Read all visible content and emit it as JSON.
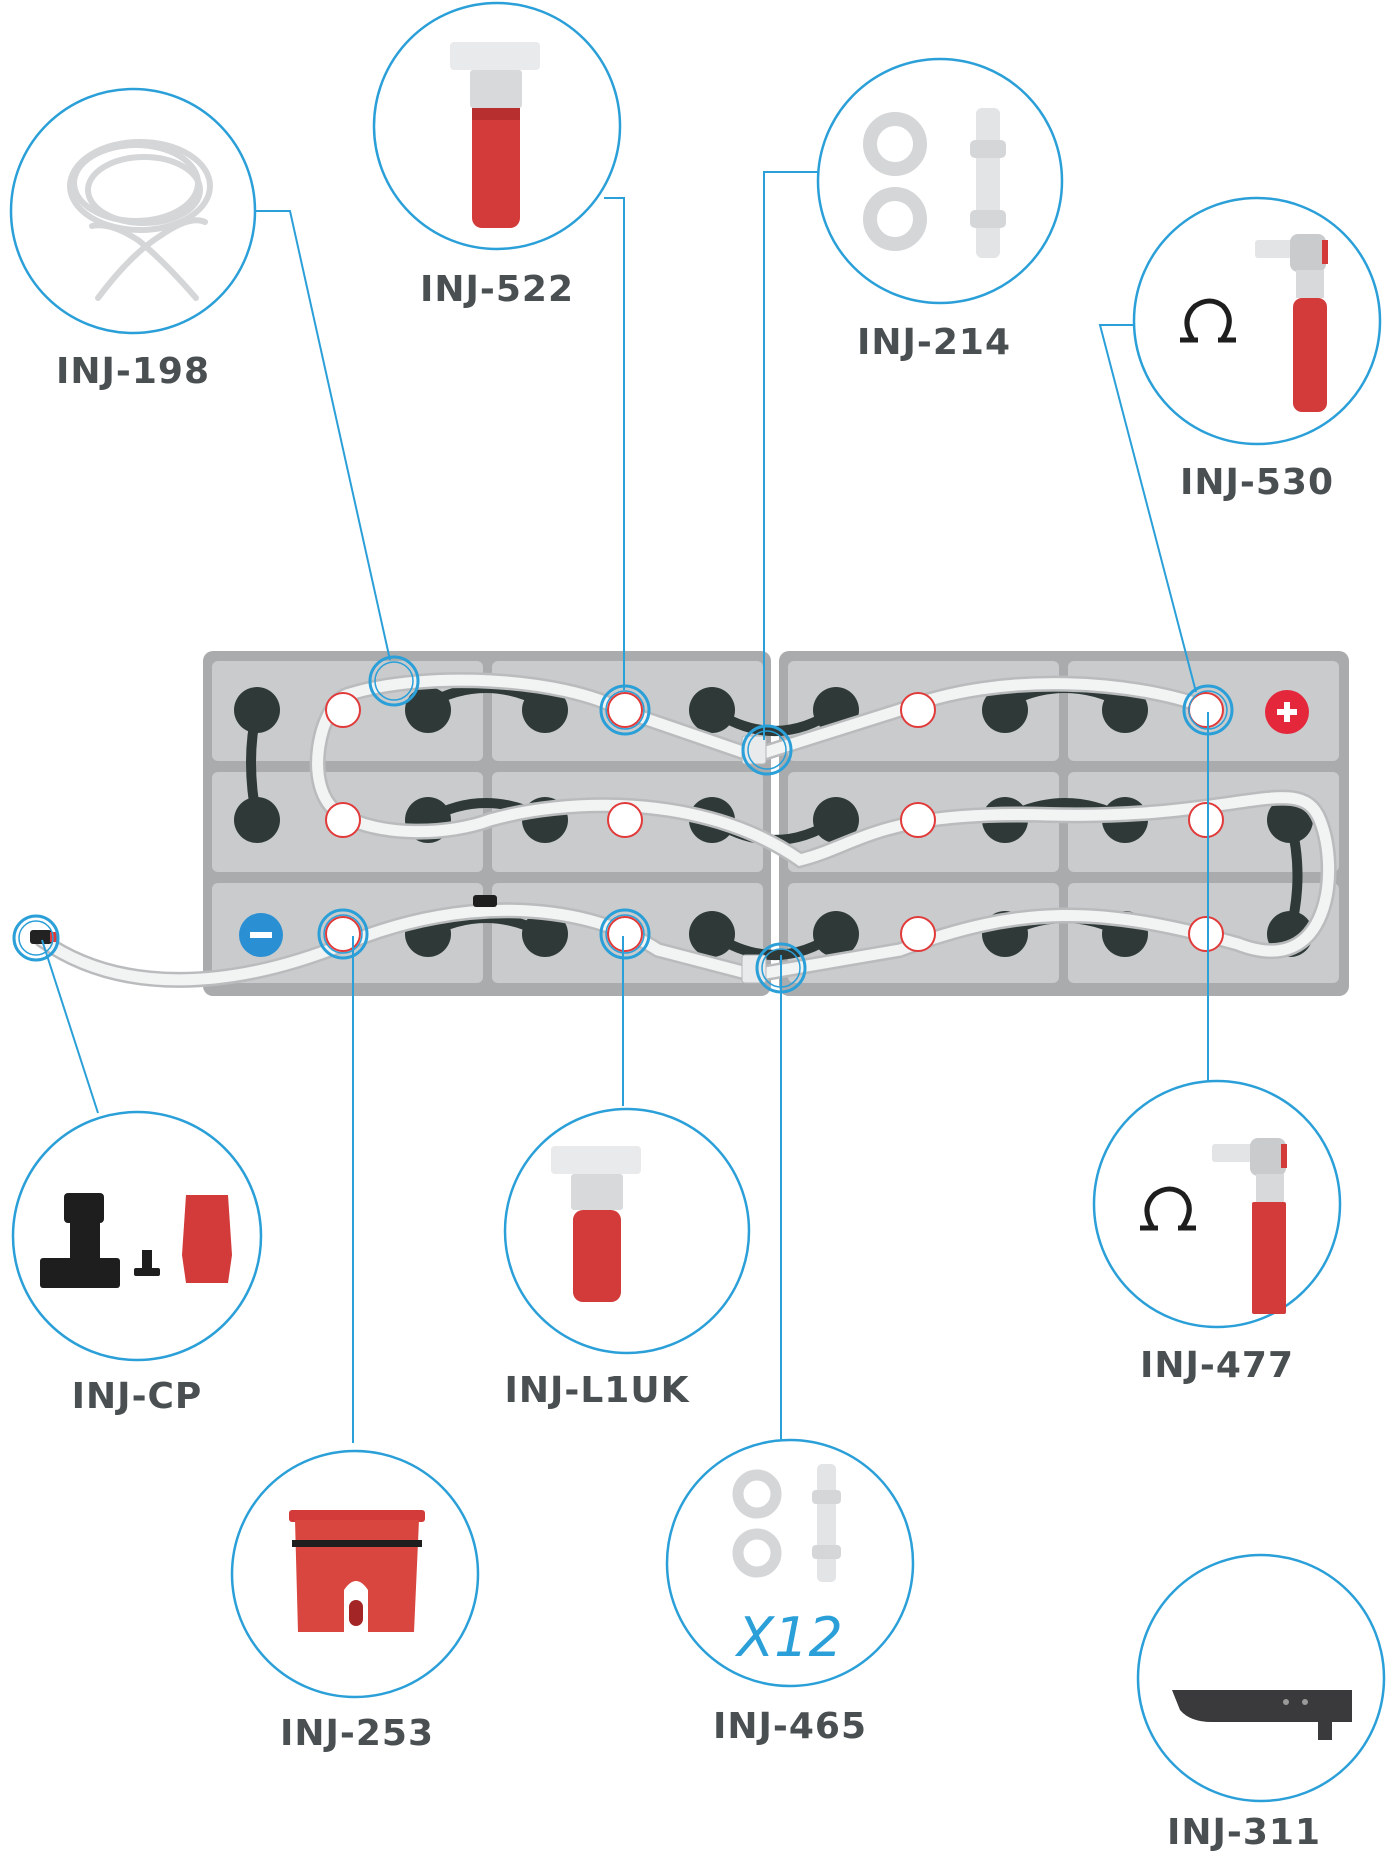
{
  "title": "",
  "colors": {
    "callout": "#2a9fd8",
    "battery_case": "#c9cbcd",
    "battery_frame": "#a9abad",
    "terminal": "#2f3a38",
    "tube": "#ffffff",
    "part_red": "#d33b3b",
    "label_text": "#4a4f52"
  },
  "terminals": {
    "positive_icon": "plus-icon",
    "negative_icon": "minus-icon"
  },
  "parts": [
    {
      "code": "INJ-198",
      "item": "tubing-coil"
    },
    {
      "code": "INJ-522",
      "item": "tall-red-plug"
    },
    {
      "code": "INJ-214",
      "item": "washers-and-connector"
    },
    {
      "code": "INJ-530",
      "item": "elbow-plug-with-clamp"
    },
    {
      "code": "INJ-CP",
      "item": "connector-plug-set"
    },
    {
      "code": "INJ-L1UK",
      "item": "short-red-plug"
    },
    {
      "code": "INJ-477",
      "item": "elbow-plug-with-clamp"
    },
    {
      "code": "INJ-253",
      "item": "red-vent-cap"
    },
    {
      "code": "INJ-465",
      "item": "washers-and-connector-kit",
      "quantity": "X12"
    },
    {
      "code": "INJ-311",
      "item": "removal-tool"
    }
  ]
}
